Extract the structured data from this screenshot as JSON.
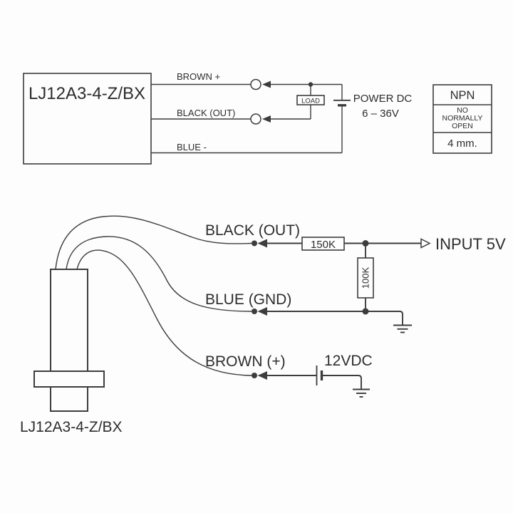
{
  "canvas": {
    "background_color": "#fdfdfd",
    "line_color": "#3d3d3d",
    "text_color": "#2d2d2d"
  },
  "top_diagram": {
    "sensor_label": "LJ12A3-4-Z/BX",
    "wires": {
      "brown": "BROWN +",
      "black": "BLACK (OUT)",
      "blue": "BLUE -"
    },
    "load_label": "LOAD",
    "power_label_line1": "POWER DC",
    "power_label_line2": "6 – 36V",
    "npn_table": {
      "output_type": "NPN",
      "mode_lines": [
        "NO",
        "NORMALLY",
        "OPEN"
      ],
      "sensing_distance": "4 mm."
    }
  },
  "bottom_diagram": {
    "sensor_label": "LJ12A3-4-Z/BX",
    "wires": {
      "black": "BLACK (OUT)",
      "blue": "BLUE (GND)",
      "brown": "BROWN (+)"
    },
    "resistors": {
      "series": "150K",
      "pulldown": "100K"
    },
    "input_label": "INPUT 5V",
    "supply_label": "12VDC"
  }
}
